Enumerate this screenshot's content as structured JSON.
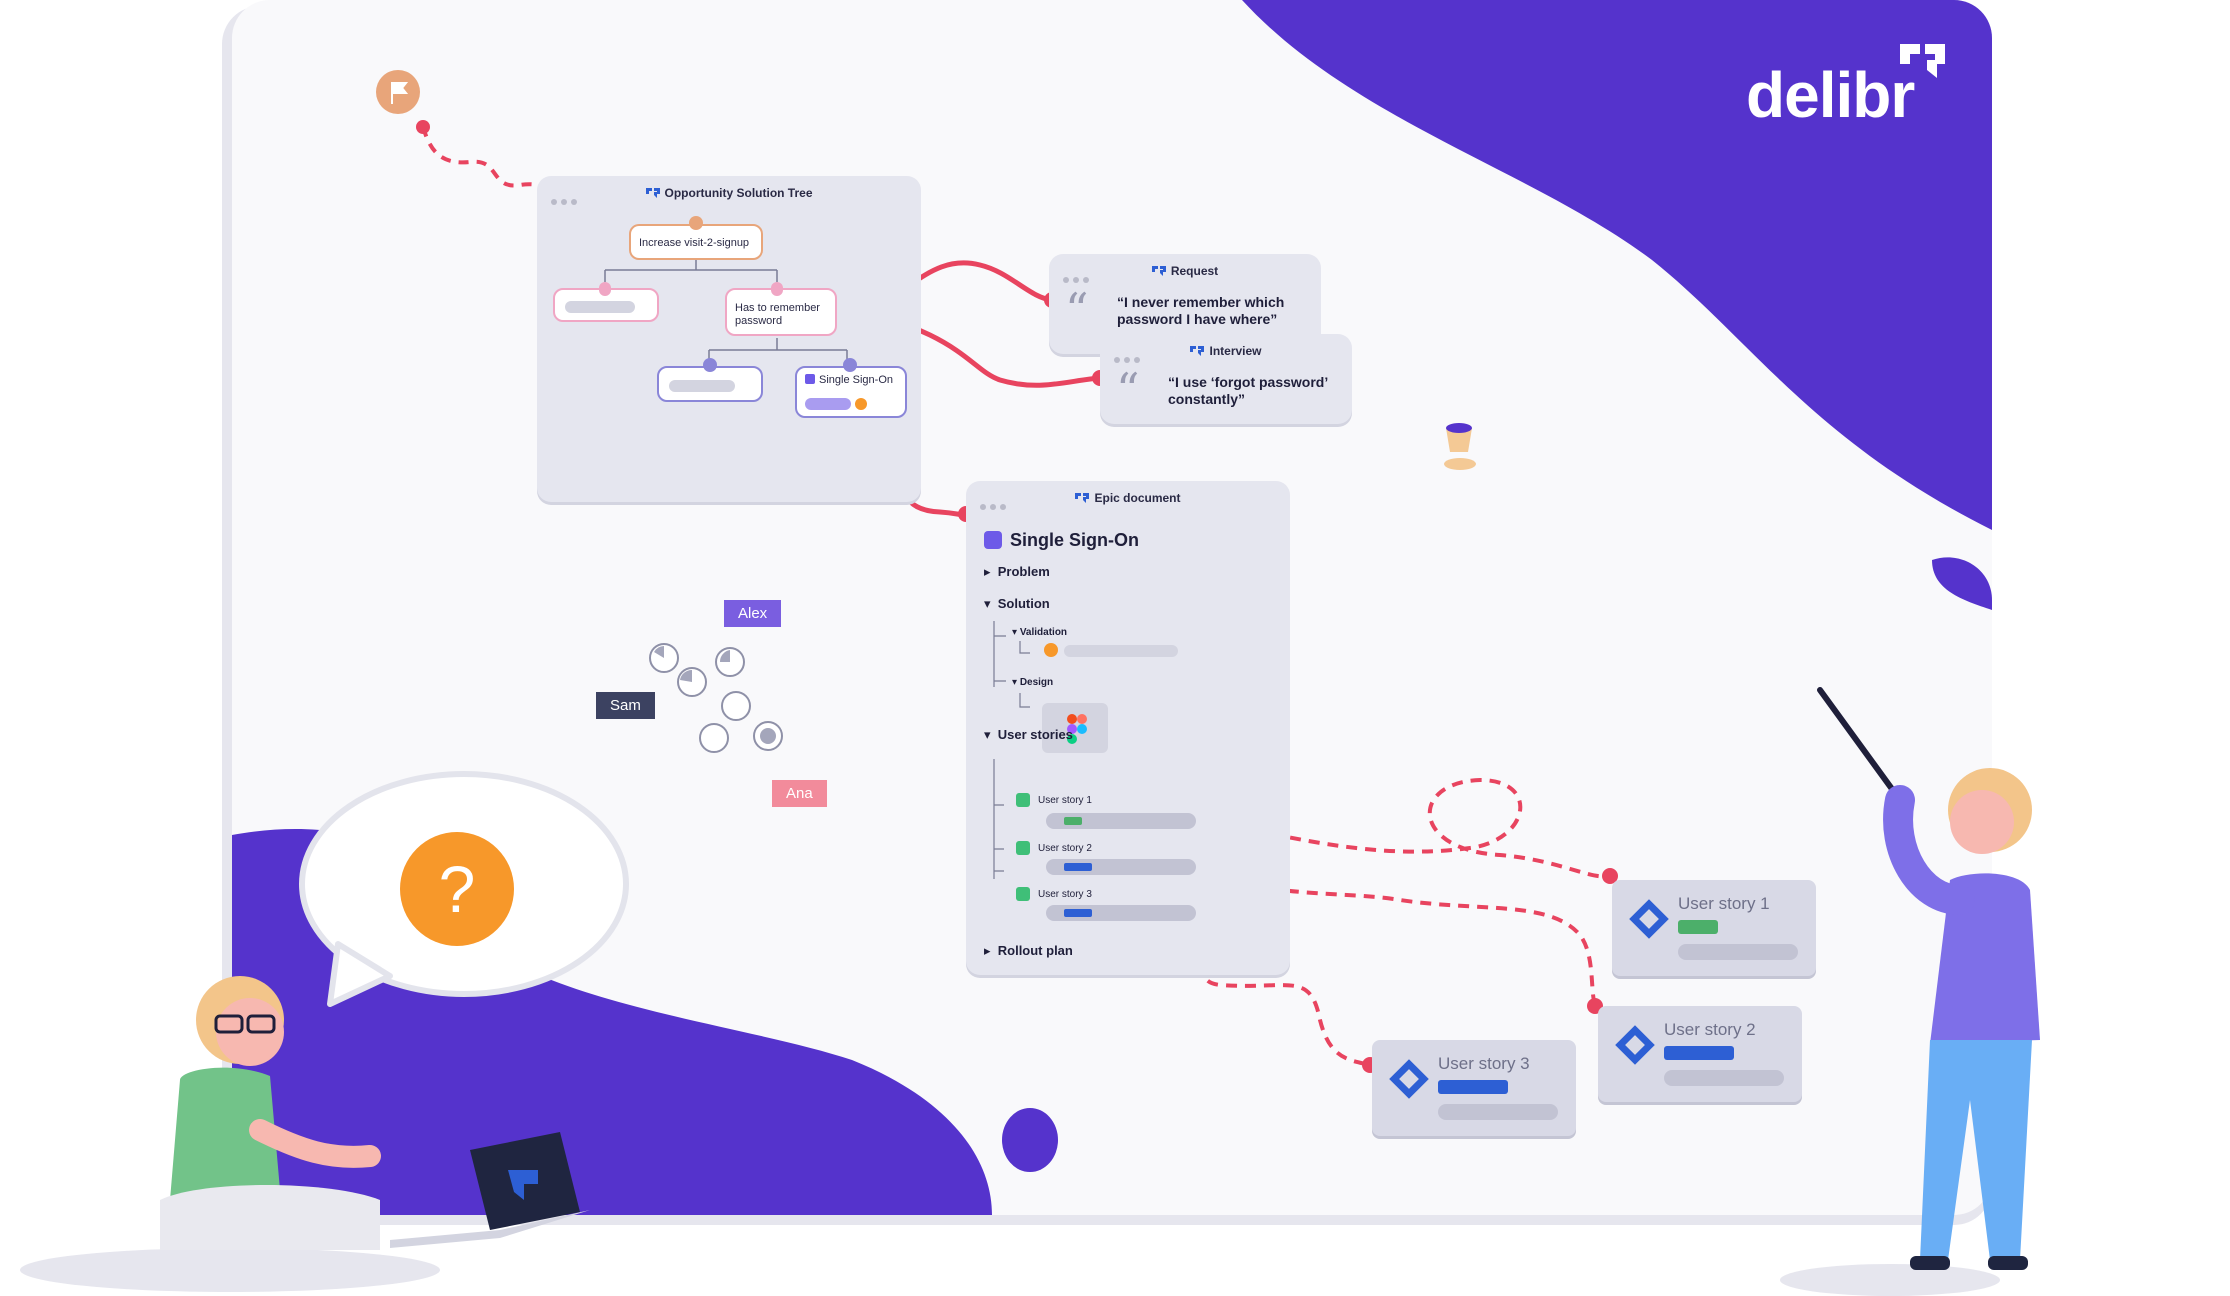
{
  "brand": {
    "name": "delibr",
    "color": "#5533cc"
  },
  "colors": {
    "accent": "#5533cc",
    "path": "#e8445f",
    "orange": "#f7982a",
    "window": "#e5e6ef"
  },
  "icons": {
    "goal": "flag-icon",
    "quote": "quote-icon",
    "epic": "lightning-icon",
    "jira": "jira-icon",
    "question": "question-icon"
  },
  "ost": {
    "title": "Opportunity Solution Tree",
    "goal": "Increase visit-2-signup",
    "opportunity": "Has to remember password",
    "solution": "Single Sign-On"
  },
  "request": {
    "title": "Request",
    "quote": "“I never remember which password I have where”"
  },
  "interview": {
    "title": "Interview",
    "quote": "“I use ‘forgot password’ constantly”"
  },
  "epic": {
    "title": "Epic document",
    "name": "Single Sign-On",
    "sections": {
      "problem": "Problem",
      "solution": "Solution",
      "validation": "Validation",
      "design": "Design",
      "stories": "User stories",
      "rollout": "Rollout plan"
    },
    "stories": [
      "User story 1",
      "User story 2",
      "User story 3"
    ]
  },
  "cards": [
    {
      "label": "User story 1",
      "color": "#4caf6a"
    },
    {
      "label": "User story 2",
      "color": "#2d5fd4"
    },
    {
      "label": "User story 3",
      "color": "#2d5fd4"
    }
  ],
  "people": {
    "alex": "Alex",
    "sam": "Sam",
    "ana": "Ana"
  }
}
